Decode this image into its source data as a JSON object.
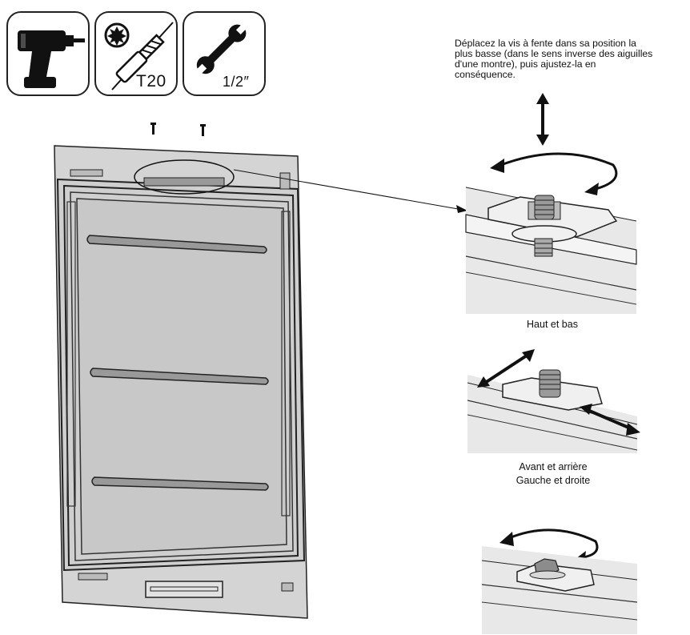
{
  "tools": [
    {
      "icon": "power-drill-icon",
      "label": ""
    },
    {
      "icon": "torx-bit-icon",
      "label": "T20"
    },
    {
      "icon": "wrench-icon",
      "label": "1/2″"
    }
  ],
  "instruction": "Déplacez la vis à fente dans sa position la plus basse (dans le sens inverse des aiguilles d'une montre), puis ajustez-la en conséquence.",
  "captions": {
    "up_down": "Haut et bas",
    "front_back": "Avant et arrière",
    "left_right": "Gauche et droite"
  },
  "colors": {
    "ink": "#111111",
    "door_fill": "#d0d0d0",
    "panel_fill": "#c9c9c9"
  }
}
